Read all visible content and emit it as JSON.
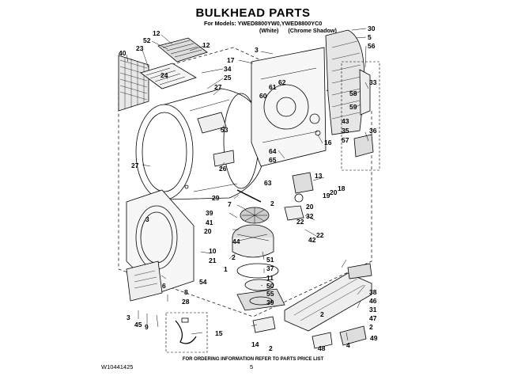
{
  "title": "BULKHEAD PARTS",
  "models_line": "For Models: YWED8800YW0,YWED8800YC0",
  "variants": [
    "(White)",
    "(Chrome Shadow)"
  ],
  "footer_note": "FOR ORDERING INFORMATION REFER TO PARTS PRICE LIST",
  "document_number": "W10441425",
  "page_number": "5",
  "callouts": {
    "c1": "12",
    "c2": "52",
    "c3": "12",
    "c4": "40",
    "c5": "23",
    "c6": "24",
    "c7": "34",
    "c8": "25",
    "c9": "27",
    "c10": "53",
    "c11": "26",
    "c12": "27",
    "c13": "30",
    "c14": "5",
    "c15": "56",
    "c16": "3",
    "c17": "17",
    "c18": "61",
    "c19": "62",
    "c20": "60",
    "c21": "33",
    "c22": "58",
    "c23": "59",
    "c24": "43",
    "c25": "35",
    "c26": "36",
    "c27": "57",
    "c28": "16",
    "c29": "64",
    "c30": "65",
    "c31": "13",
    "c32": "63",
    "c33": "18",
    "c34": "19",
    "c35": "20",
    "c36": "29",
    "c37": "2",
    "c38": "7",
    "c39": "20",
    "c40": "32",
    "c41": "3",
    "c42": "39",
    "c43": "41",
    "c44": "20",
    "c45": "22",
    "c46": "42",
    "c47": "22",
    "c48": "44",
    "c49": "10",
    "c50": "21",
    "c51": "51",
    "c52": "37",
    "c53": "2",
    "c54": "1",
    "c55": "11",
    "c56": "50",
    "c57": "55",
    "c58": "39",
    "c59": "54",
    "c60": "6",
    "c61": "8",
    "c62": "28",
    "c63": "3",
    "c64": "45",
    "c65": "9",
    "c66": "15",
    "c67": "38",
    "c68": "46",
    "c69": "31",
    "c70": "2",
    "c71": "47",
    "c72": "2",
    "c73": "49",
    "c74": "14",
    "c75": "2",
    "c76": "48",
    "c77": "4"
  }
}
